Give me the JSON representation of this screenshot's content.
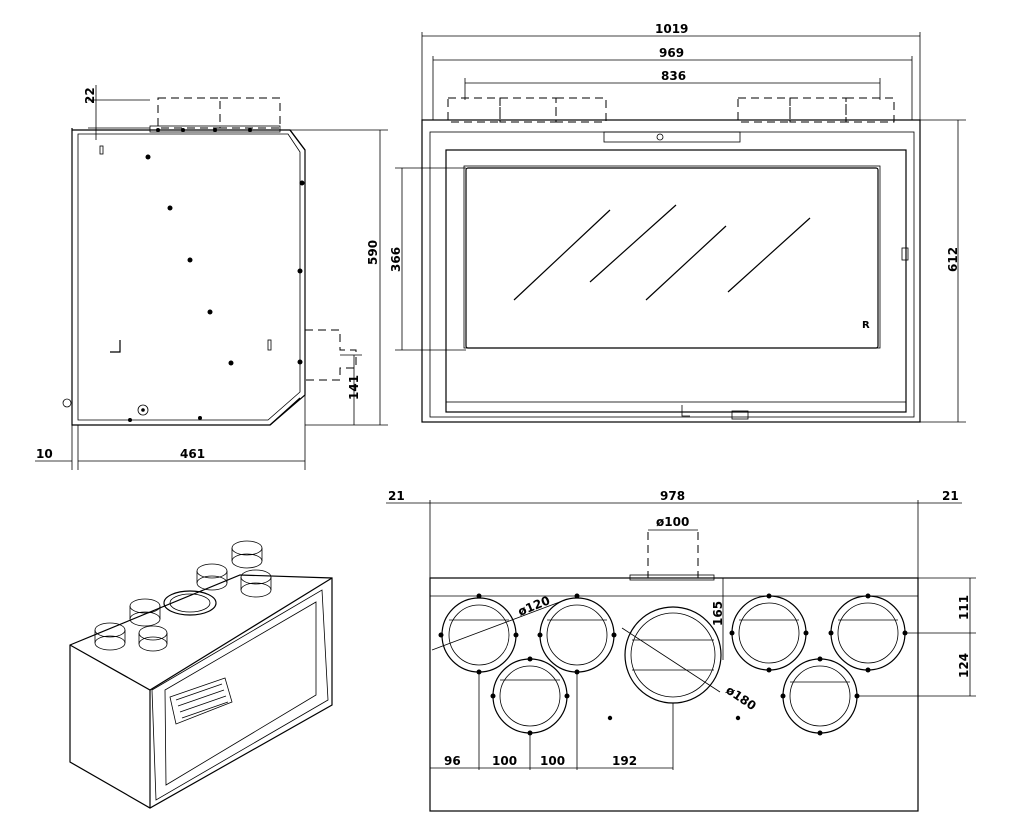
{
  "side_view": {
    "height_total": "590",
    "top_offset": "22",
    "depth": "461",
    "rear_offset": "10",
    "outlet_height": "141"
  },
  "front_view": {
    "width_outer": "1019",
    "width_frame": "969",
    "width_spigots": "836",
    "glass_height": "366",
    "height_total": "612"
  },
  "top_view": {
    "width": "978",
    "side_left": "21",
    "side_right": "21",
    "dia_small": "ø100",
    "dia_120": "ø120",
    "dia_180": "ø180",
    "depth_165": "165",
    "depth_111": "111",
    "depth_124": "124",
    "spacing_96": "96",
    "spacing_100a": "100",
    "spacing_100b": "100",
    "spacing_192": "192"
  },
  "marks": {
    "brand_mark": "R"
  }
}
